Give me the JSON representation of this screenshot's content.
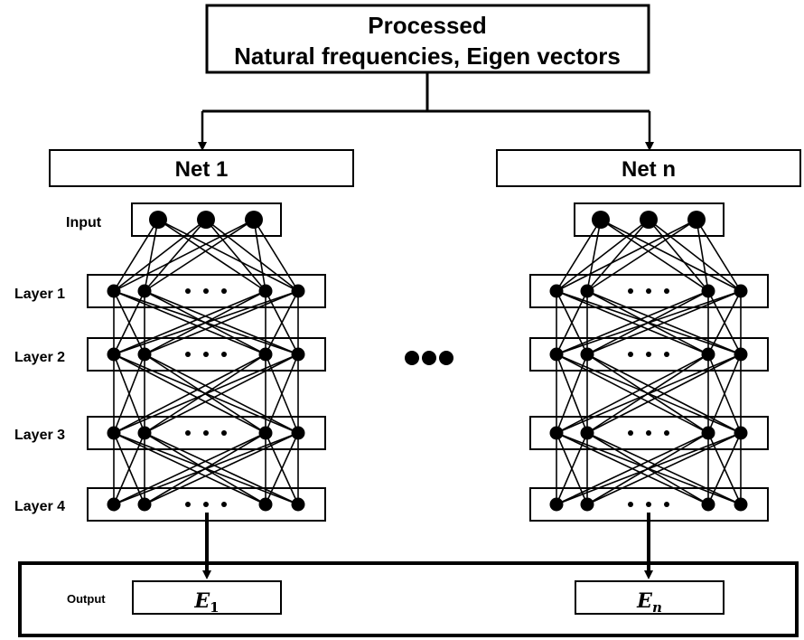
{
  "header": {
    "line1": "Processed",
    "line2": "Natural frequencies, Eigen vectors"
  },
  "nets": [
    {
      "name": "Net 1",
      "output_symbol": "E",
      "output_subscript": "1"
    },
    {
      "name": "Net n",
      "output_symbol": "E",
      "output_subscript": "n"
    }
  ],
  "layer_labels": {
    "input": "Input",
    "layers": [
      "Layer 1",
      "Layer 2",
      "Layer 3",
      "Layer 4"
    ]
  },
  "output_label": "Output",
  "in_layer_ellipsis": "• • •",
  "between_nets_ellipsis": "●●●"
}
